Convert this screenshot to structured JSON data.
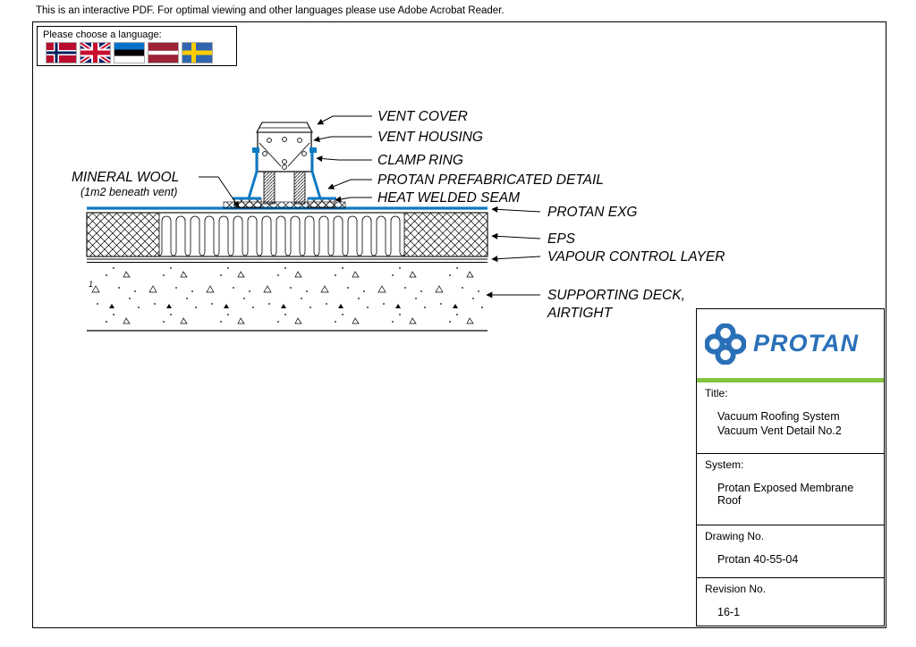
{
  "page": {
    "top_notice": "This is an interactive PDF. For optimal viewing and other languages please use Adobe Acrobat Reader."
  },
  "language": {
    "prompt": "Please choose a language:",
    "flags": [
      "norway-flag-icon",
      "united-kingdom-flag-icon",
      "estonia-flag-icon",
      "latvia-flag-icon",
      "sweden-flag-icon"
    ]
  },
  "drawing": {
    "labels": {
      "vent_cover": "VENT COVER",
      "vent_housing": "VENT HOUSING",
      "clamp_ring": "CLAMP RING",
      "prefab_detail": "PROTAN PREFABRICATED DETAIL",
      "heat_welded_seam": "HEAT WELDED SEAM",
      "protan_exg": "PROTAN EXG",
      "eps": "EPS",
      "vapour_control_layer": "VAPOUR CONTROL LAYER",
      "supporting_deck_1": "SUPPORTING DECK,",
      "supporting_deck_2": "AIRTIGHT",
      "mineral_wool": "MINERAL WOOL",
      "mineral_wool_note": "(1m2 beneath vent)"
    },
    "deck_mark": "1",
    "colors": {
      "membrane_blue": "#0e7ac4",
      "line_black": "#000000"
    }
  },
  "titleblock": {
    "brand": "PROTAN",
    "brand_blue": "#2a70b8",
    "accent_green": "#84c441",
    "title_label": "Title:",
    "title_line1": "Vacuum Roofing System",
    "title_line2": "Vacuum Vent Detail No.2",
    "system_label": "System:",
    "system_value": "Protan Exposed Membrane Roof",
    "drawing_no_label": "Drawing No.",
    "drawing_no_value": "Protan 40-55-04",
    "revision_label": "Revision No.",
    "revision_value": "16-1"
  }
}
